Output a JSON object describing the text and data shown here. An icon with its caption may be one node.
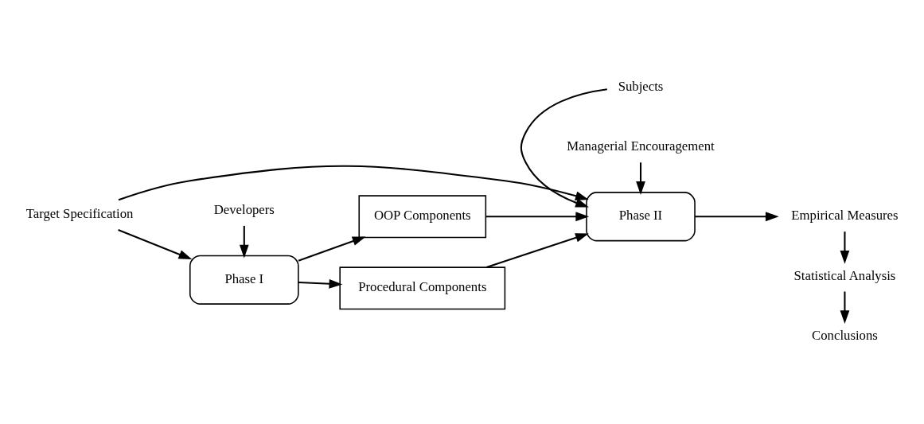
{
  "diagram": {
    "nodes": [
      {
        "text": [
          "Target Specification"
        ]
      },
      {
        "text": [
          "Managerial Encouragement"
        ]
      },
      {
        "text": [
          "Phase I"
        ]
      },
      {
        "text": [
          "OOP Components"
        ]
      },
      {
        "text": [
          "Procedural Components"
        ]
      },
      {
        "text": [
          "Phase II"
        ]
      },
      {
        "text": [
          "Developers"
        ]
      },
      {
        "text": [
          "Subjects"
        ]
      },
      {
        "text": [
          "Empirical Measures"
        ]
      },
      {
        "text": [
          "Statistical Analysis"
        ]
      },
      {
        "text": [
          "Conclusions"
        ]
      }
    ],
    "edges": [
      {
        "from": 0,
        "to": 2,
        "arrow": "to"
      },
      {
        "from": 0,
        "to": 5,
        "arrow": "to"
      },
      {
        "from": 1,
        "to": 5,
        "arrow": "to"
      },
      {
        "from": 6,
        "to": 2,
        "arrow": "to"
      },
      {
        "from": 2,
        "to": 3,
        "arrow": "to"
      },
      {
        "from": 2,
        "to": 4,
        "arrow": "to"
      },
      {
        "from": 3,
        "to": 5,
        "arrow": "to"
      },
      {
        "from": 4,
        "to": 5,
        "arrow": "to"
      },
      {
        "from": 7,
        "to": 5,
        "arrow": "to"
      },
      {
        "from": 5,
        "to": 8,
        "arrow": "to"
      },
      {
        "from": 8,
        "to": 9,
        "arrow": "to"
      },
      {
        "from": 9,
        "to": 10,
        "arrow": "to"
      }
    ]
  }
}
